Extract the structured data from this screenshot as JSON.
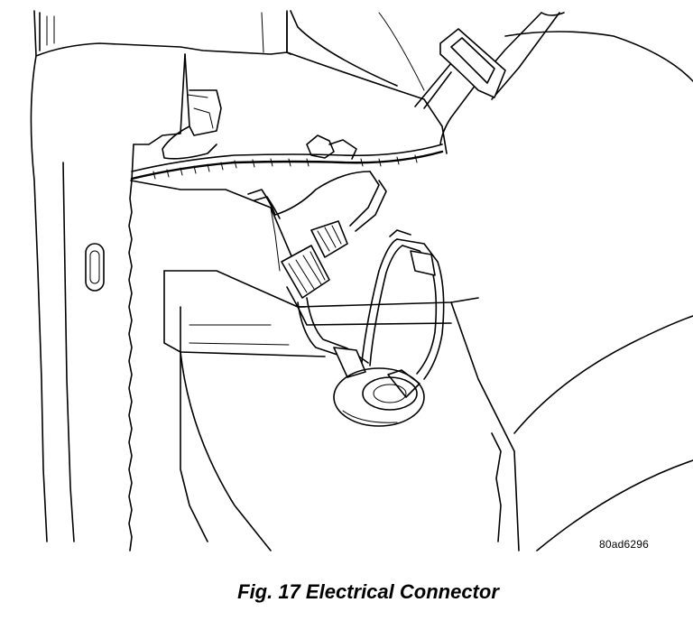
{
  "figure": {
    "caption": "Fig. 17 Electrical Connector",
    "code": "80ad6296"
  },
  "parts": [
    "vehicle-interior-panel",
    "seat-belt-buckle",
    "wiring-harness",
    "electrical-connector",
    "floor-grommet"
  ]
}
